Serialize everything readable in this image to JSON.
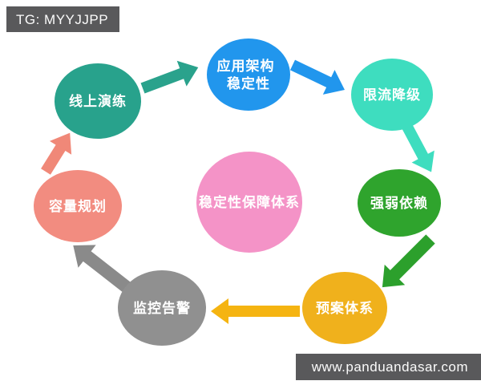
{
  "watermarks": {
    "telegram": "TG: MYYJJPP",
    "website": "www.panduandasar.com"
  },
  "diagram": {
    "title_node": {
      "label": "稳定性保障体系",
      "color": "#f493c7"
    },
    "nodes": [
      {
        "id": "app-architecture-stability",
        "label": "应用架构稳定性",
        "line1": "应用架构",
        "line2": "稳定性",
        "color": "#2196ed"
      },
      {
        "id": "rate-limit-degrade",
        "label": "限流降级",
        "color": "#3eddbf"
      },
      {
        "id": "strong-weak-dependency",
        "label": "强弱依赖",
        "color": "#2fa42d"
      },
      {
        "id": "contingency-plan-system",
        "label": "预案体系",
        "color": "#f0b11c"
      },
      {
        "id": "monitoring-alerting",
        "label": "监控告警",
        "color": "#909090"
      },
      {
        "id": "capacity-planning",
        "label": "容量规划",
        "color": "#f28c80"
      },
      {
        "id": "online-drill",
        "label": "线上演练",
        "color": "#28a28c"
      }
    ],
    "arrows": [
      {
        "from": "线上演练",
        "to": "应用架构稳定性",
        "color": "#2aa28c"
      },
      {
        "from": "应用架构稳定性",
        "to": "限流降级",
        "color": "#2196ed"
      },
      {
        "from": "限流降级",
        "to": "强弱依赖",
        "color": "#3eddbf"
      },
      {
        "from": "强弱依赖",
        "to": "预案体系",
        "color": "#2ca02c"
      },
      {
        "from": "预案体系",
        "to": "监控告警",
        "color": "#f5b411"
      },
      {
        "from": "监控告警",
        "to": "容量规划",
        "color": "#8a8a8a"
      },
      {
        "from": "容量规划",
        "to": "线上演练",
        "color": "#f08878"
      }
    ]
  }
}
